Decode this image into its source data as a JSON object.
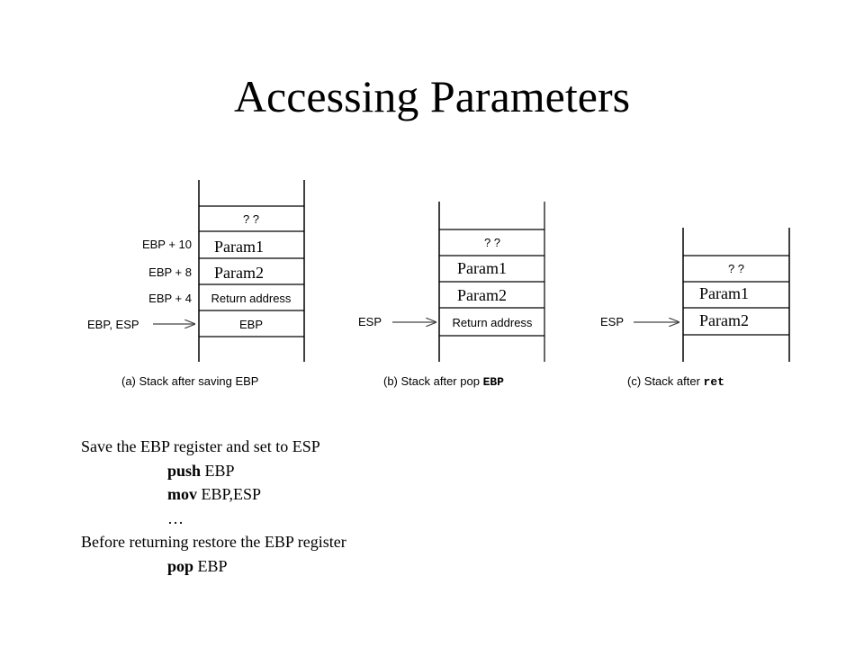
{
  "title": "Accessing Parameters",
  "stacks": [
    {
      "caption_prefix": "(a) Stack after saving EBP",
      "caption_code": "",
      "cells": [
        "? ?",
        "Param1",
        "Param2",
        "Return address",
        "EBP"
      ],
      "offset_labels": [
        "EBP + 10",
        "EBP + 8",
        "EBP + 4"
      ],
      "pointer_label": "EBP, ESP"
    },
    {
      "caption_prefix": "(b) Stack after pop",
      "caption_code": "EBP",
      "cells": [
        "? ?",
        "Param1",
        "Param2",
        "Return address"
      ],
      "pointer_label": "ESP"
    },
    {
      "caption_prefix": "(c) Stack after",
      "caption_code": "ret",
      "cells": [
        "? ?",
        "Param1",
        "Param2"
      ],
      "pointer_label": "ESP"
    }
  ],
  "text": {
    "line1": "Save the EBP register and set to ESP",
    "line2_kw": "push",
    "line2_rest": " EBP",
    "line3_kw": "mov",
    "line3_rest": " EBP,ESP",
    "line4": "…",
    "line5": "Before returning restore the EBP register",
    "line6_kw": "pop",
    "line6_rest": " EBP"
  }
}
